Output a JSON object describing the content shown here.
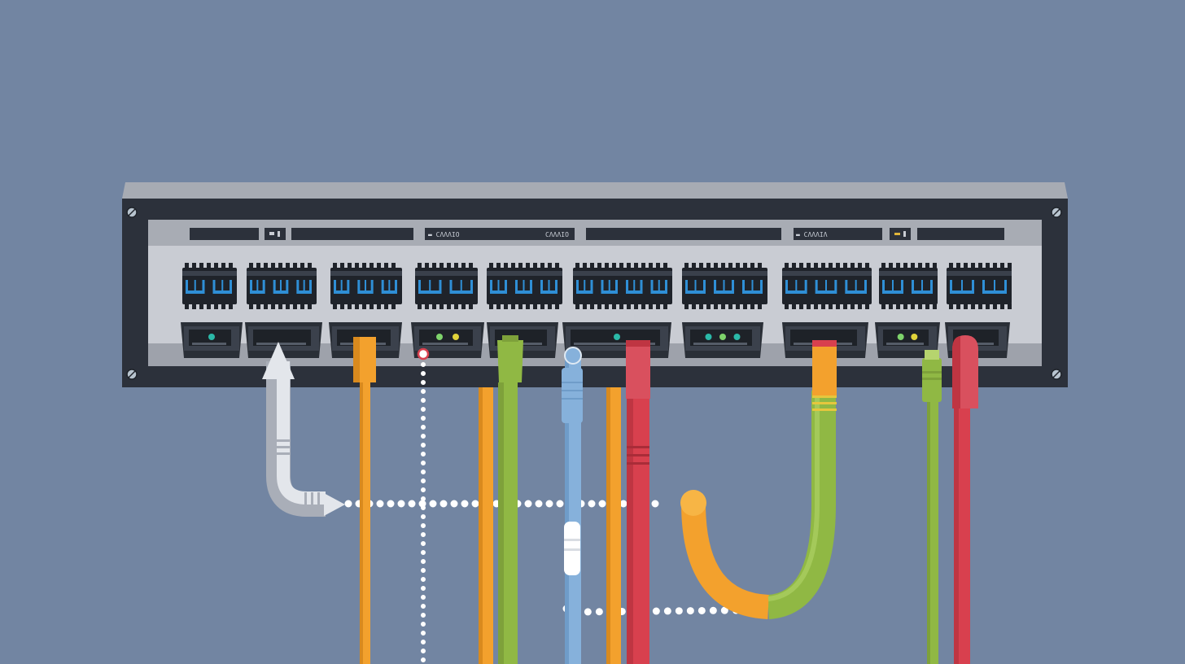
{
  "colors": {
    "background": "#7285a2",
    "panel_dark": "#2c313b",
    "panel_light": "#c9ccd3",
    "panel_top": "#a5a9b2",
    "panel_shadow": "#9a9ea7",
    "port_body": "#1f232a",
    "port_window": "#2f8fd6",
    "cable_white": "#e3e6eb",
    "cable_orange": "#f3a12d",
    "cable_green": "#90b844",
    "cable_blue": "#86b1db",
    "cable_red": "#d8404e",
    "dotted_path": "#ffffff",
    "led_teal": "#2bb9a8",
    "led_green": "#7ed36b",
    "led_yellow": "#e0d33a"
  },
  "switch": {
    "label_strip": [
      {
        "text": "",
        "kind": "blank"
      },
      {
        "text": "",
        "kind": "small-icon"
      },
      {
        "text": "",
        "kind": "blank"
      },
      {
        "text": "▬ CΛΛΛΙΟ",
        "kind": "text-left"
      },
      {
        "text": "CΛΛΛΙΟ",
        "kind": "text-right"
      },
      {
        "text": "",
        "kind": "blank"
      },
      {
        "text": "▬ CΛΛΛΙΛ",
        "kind": "text-left"
      },
      {
        "text": "",
        "kind": "small-icon-accent"
      },
      {
        "text": "",
        "kind": "blank"
      }
    ],
    "port_group_count": 10,
    "lower_modules": [
      {
        "leds": [
          "teal"
        ]
      },
      {
        "leds": []
      },
      {
        "leds": []
      },
      {
        "leds": [
          "green",
          "yellow"
        ]
      },
      {
        "leds": []
      },
      {
        "leds": [
          "teal"
        ]
      },
      {
        "leds": [
          "teal",
          "green",
          "teal"
        ]
      },
      {
        "leds": []
      },
      {
        "leds": [
          "green",
          "yellow"
        ]
      },
      {
        "leds": []
      }
    ]
  },
  "cables": [
    {
      "name": "white-cable-with-arrow",
      "color": "white"
    },
    {
      "name": "orange-cable-1",
      "color": "orange"
    },
    {
      "name": "green-cable-1",
      "color": "green"
    },
    {
      "name": "orange-cable-2",
      "color": "orange"
    },
    {
      "name": "blue-cable",
      "color": "blue"
    },
    {
      "name": "orange-cable-3",
      "color": "orange"
    },
    {
      "name": "red-cable-1",
      "color": "red"
    },
    {
      "name": "orange-green-loop-cable",
      "color": "orange-green"
    },
    {
      "name": "green-cable-2",
      "color": "green"
    },
    {
      "name": "red-cable-2",
      "color": "red"
    }
  ]
}
